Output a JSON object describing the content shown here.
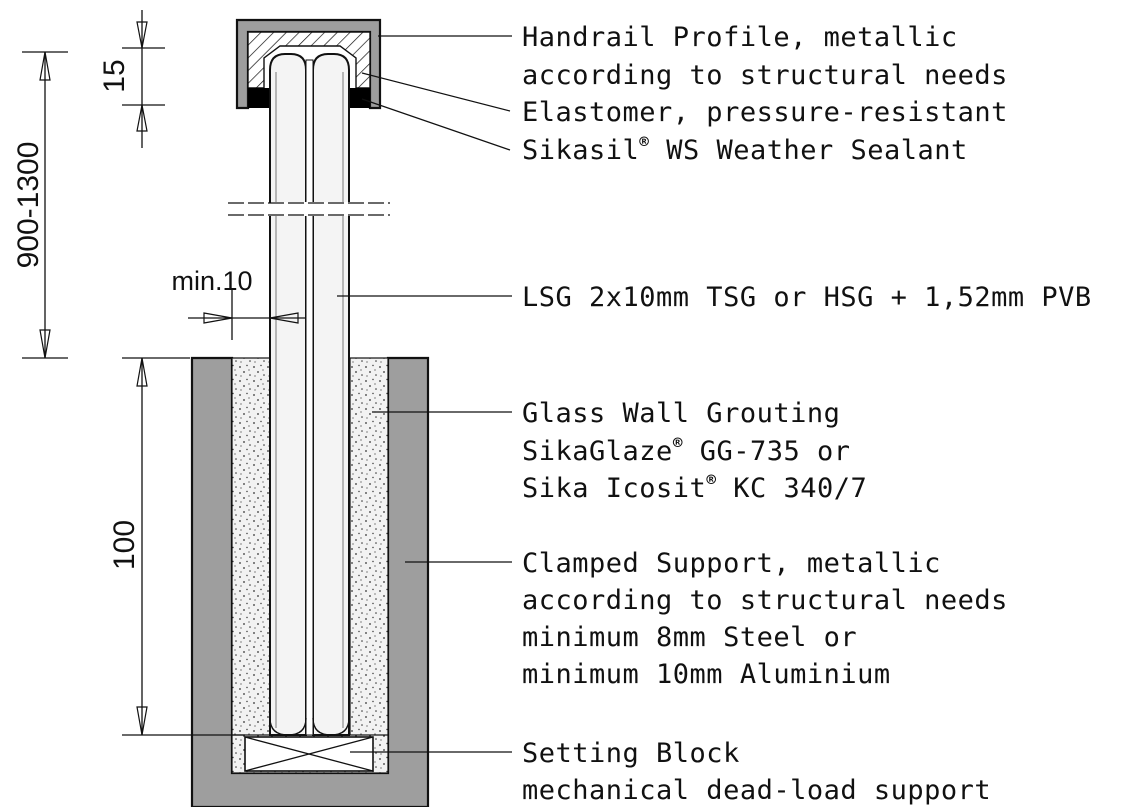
{
  "colors": {
    "metal": "#9e9e9e",
    "outline": "#111111",
    "grout": "#efefef",
    "glass": "#f4f4f4",
    "elastomer": "#ffffff",
    "sealant": "#000000"
  },
  "dimensions": {
    "overall_height": "900-1300",
    "rail_depth": "15",
    "clamp_depth": "100",
    "min_gap": "min.10"
  },
  "callouts": {
    "handrail": [
      "Handrail Profile, metallic",
      "according to structural needs"
    ],
    "elastomer": "Elastomer, pressure-resistant",
    "sealant": {
      "brand": "Sikasil",
      "reg": "®",
      "rest": " WS Weather Sealant"
    },
    "glass": "LSG 2x10mm TSG or HSG + 1,52mm PVB",
    "grouting": {
      "line1": "Glass Wall Grouting",
      "line2": {
        "brand": "SikaGlaze",
        "reg": "®",
        "rest": " GG-735 or"
      },
      "line3": {
        "brand": "Sika Icosit",
        "reg": "®",
        "rest": " KC 340/7"
      }
    },
    "support": [
      "Clamped Support, metallic",
      "according to structural needs",
      "minimum 8mm Steel or",
      "minimum 10mm Aluminium"
    ],
    "setting_block": [
      "Setting Block",
      "mechanical dead-load support"
    ]
  }
}
